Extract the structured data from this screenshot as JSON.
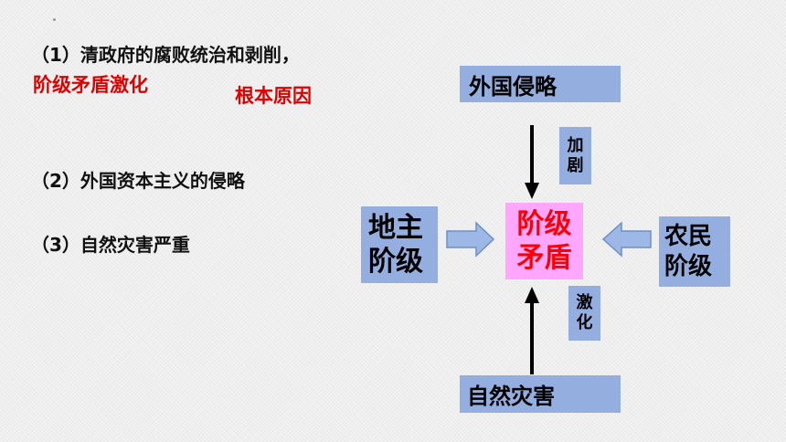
{
  "left_text": {
    "point1": "（1）清政府的腐败统治和剥削，",
    "highlight": "阶级矛盾激化",
    "root_cause": "根本原因",
    "point2": "（2）外国资本主义的侵略",
    "point3": "（3）自然灾害严重"
  },
  "diagram": {
    "top_box": "外国侵略",
    "top_tag": [
      "加",
      "剧"
    ],
    "center_box": [
      "阶级",
      "矛盾"
    ],
    "left_box": [
      "地主",
      "阶级"
    ],
    "right_box": [
      "农民",
      "阶级"
    ],
    "bottom_tag": [
      "激",
      "化"
    ],
    "bottom_box": "自然灾害"
  },
  "colors": {
    "box_blue": "#94aee0",
    "center_pink": "#ffa6ff",
    "highlight_red": "#e00000",
    "center_text_red": "#ff0000"
  }
}
